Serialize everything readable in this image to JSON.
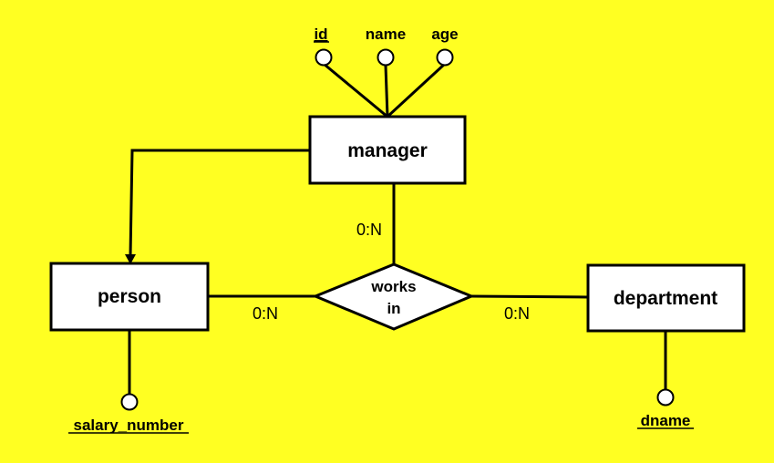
{
  "background_color": "#ffff22",
  "entities": {
    "manager": "manager",
    "person": "person",
    "department": "department"
  },
  "relationship": {
    "line1": "works",
    "line2": "in"
  },
  "attributes": {
    "id": "id",
    "name": "name",
    "age": "age",
    "salary_number": "salary_number",
    "dname": "dname"
  },
  "cardinalities": {
    "manager_works_in": "0:N",
    "person_works_in": "0:N",
    "department_works_in": "0:N"
  }
}
